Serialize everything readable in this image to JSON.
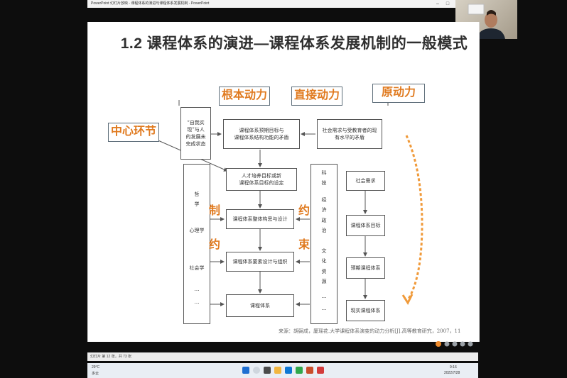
{
  "window": {
    "title": "PowerPoint 幻灯片放映 - 课程体系的演进与课程体系发展机制 - PowerPoint"
  },
  "slide": {
    "title": "1.2 课程体系的演进—课程体系发展机制的一般模式",
    "labels": {
      "root": "根本动力",
      "direct": "直接动力",
      "original": "原动力",
      "center": "中心环节",
      "zhi": "制",
      "yue": "约",
      "yue2": "约",
      "shu": "束"
    },
    "boxes": {
      "self_l1": "“自我实",
      "self_l2": "现”与人",
      "self_l3": "的发展未",
      "self_l4": "完成状态",
      "contradiction_l1": "课程体系预期目标与",
      "contradiction_l2": "课程体系结构功能的矛盾",
      "social_l1": "社会需求与受教育者的现",
      "social_l2": "有水平的矛盾",
      "talent_l1": "人才培养目标或新",
      "talent_l2": "课程体系目标的设定",
      "overall": "课程体系整体构思与设计",
      "elements": "课程体系要素设计与组织",
      "system": "课程体系",
      "need": "社会需求",
      "target": "课程体系目标",
      "expected": "预期课程体系",
      "real": "现实课程体系"
    },
    "left_column": [
      "哲",
      "学",
      "心理学",
      "社会学",
      "…",
      "…"
    ],
    "right_column": [
      "科",
      "技",
      "经",
      "济",
      "政",
      "治",
      "文",
      "化",
      "资",
      "源",
      "…",
      "…"
    ],
    "source": "来源：胡弼成，厦瑶花.大学课程体系演变的动力分析[J].高等教育研究，2007，11"
  },
  "statusbar": {
    "text": "幻灯片 第 12 张，共 73 张"
  },
  "taskbar": {
    "weather_temp": "29°C",
    "weather_desc": "多云",
    "time": "9:16",
    "date": "2022/7/28"
  }
}
